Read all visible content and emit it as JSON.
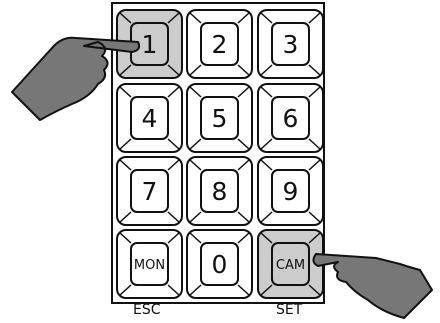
{
  "keypad": {
    "keys": [
      {
        "id": "1",
        "label": "1",
        "highlighted": true
      },
      {
        "id": "2",
        "label": "2",
        "highlighted": false
      },
      {
        "id": "3",
        "label": "3",
        "highlighted": false
      },
      {
        "id": "4",
        "label": "4",
        "highlighted": false
      },
      {
        "id": "5",
        "label": "5",
        "highlighted": false
      },
      {
        "id": "6",
        "label": "6",
        "highlighted": false
      },
      {
        "id": "7",
        "label": "7",
        "highlighted": false
      },
      {
        "id": "8",
        "label": "8",
        "highlighted": false
      },
      {
        "id": "9",
        "label": "9",
        "highlighted": false
      },
      {
        "id": "mon",
        "label": "MON",
        "highlighted": false
      },
      {
        "id": "0",
        "label": "0",
        "highlighted": false
      },
      {
        "id": "cam",
        "label": "CAM",
        "highlighted": true
      }
    ],
    "captions": {
      "esc": "ESC",
      "set": "SET"
    }
  },
  "colors": {
    "key_fill": "#ffffff",
    "key_highlight": "#cccccc",
    "outline": "#111111",
    "hand_fill": "#777777"
  },
  "icons": {
    "left_hand": "pointing-hand-icon",
    "right_hand": "pointing-hand-icon"
  }
}
